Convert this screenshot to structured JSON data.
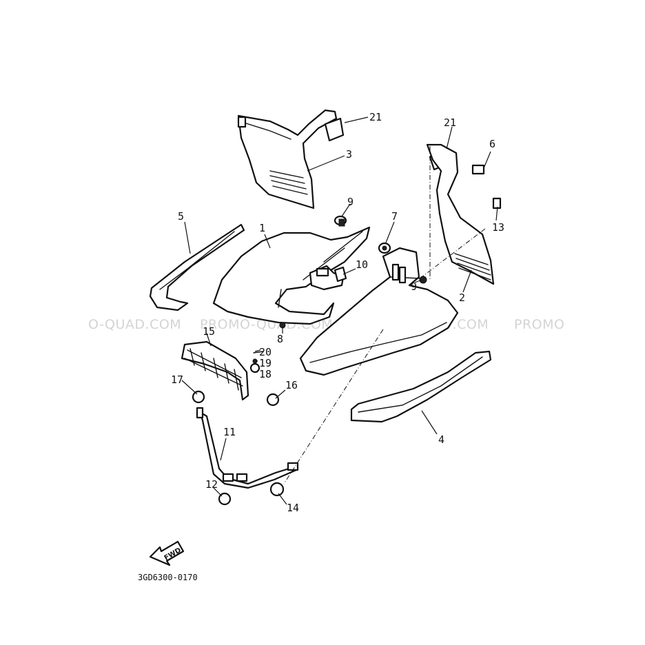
{
  "watermarks": [
    "O-QUAD.COM",
    "PROMO-QUAD.COM",
    "PROMO-QUAD.COM",
    "PROMO"
  ],
  "callouts": [
    "1",
    "2",
    "3",
    "4",
    "5",
    "6",
    "7",
    "8",
    "9",
    "9",
    "10",
    "11",
    "12",
    "13",
    "14",
    "15",
    "16",
    "17",
    "18",
    "19",
    "20",
    "21",
    "21"
  ],
  "fwd_label": "FWD",
  "diagram_code": "3GD6300-0170"
}
